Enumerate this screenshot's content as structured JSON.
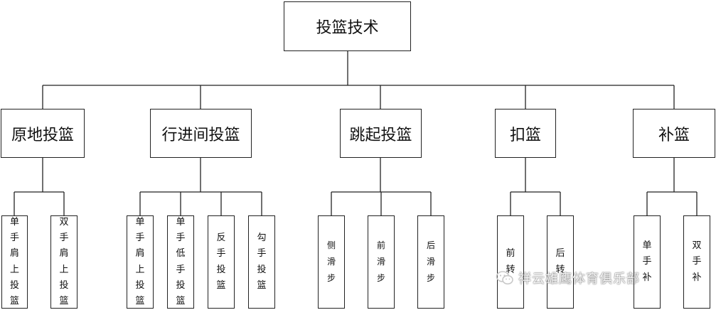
{
  "root": {
    "label": "投篮技术"
  },
  "categories": [
    {
      "id": "c1",
      "label": "原地投篮"
    },
    {
      "id": "c2",
      "label": "行进间投篮"
    },
    {
      "id": "c3",
      "label": "跳起投篮"
    },
    {
      "id": "c4",
      "label": "扣篮"
    },
    {
      "id": "c5",
      "label": "补篮"
    }
  ],
  "leaves": [
    {
      "cat": "c1",
      "label": "单手肩上投篮"
    },
    {
      "cat": "c1",
      "label": "双手肩上投篮"
    },
    {
      "cat": "c2",
      "label": "单手肩上投篮"
    },
    {
      "cat": "c2",
      "label": "单手低手投篮"
    },
    {
      "cat": "c2",
      "label": "反手投篮"
    },
    {
      "cat": "c2",
      "label": "勾手投篮"
    },
    {
      "cat": "c3",
      "label": "侧滑步"
    },
    {
      "cat": "c3",
      "label": "前滑步"
    },
    {
      "cat": "c3",
      "label": "后滑步"
    },
    {
      "cat": "c4",
      "label": "前转"
    },
    {
      "cat": "c4",
      "label": "后转"
    },
    {
      "cat": "c5",
      "label": "单手补"
    },
    {
      "cat": "c5",
      "label": "双手补"
    }
  ],
  "watermark": {
    "text": "祥云雄鹰体育俱乐部",
    "icon": "wechat-icon",
    "color": "#cfcfcf"
  },
  "line_color": "#222222"
}
